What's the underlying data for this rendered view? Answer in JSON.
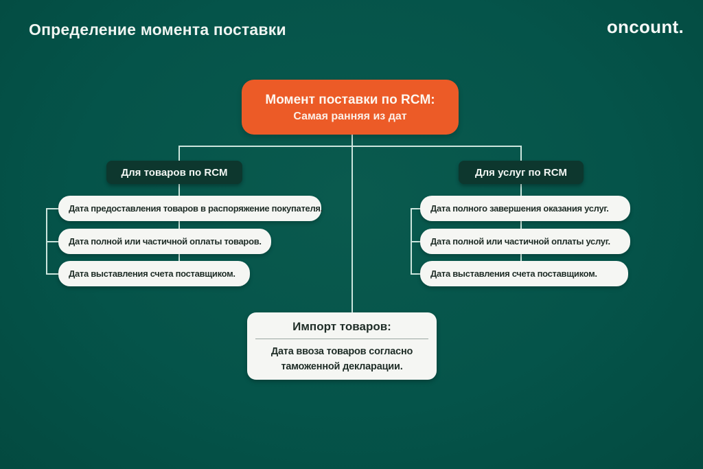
{
  "colors": {
    "background": "#05544A",
    "accent_orange": "#EC5B27",
    "dark_node": "#0D372E",
    "card_background": "#F5F6F3",
    "card_text": "#1F2D27",
    "connector_line": "#CDE6DE",
    "heading_text": "#F0F5F2"
  },
  "header": {
    "title": "Определение момента поставки",
    "logo": "oncount."
  },
  "diagram": {
    "root": {
      "title": "Момент поставки по RCM:",
      "subtitle": "Самая ранняя из дат"
    },
    "goods_branch": {
      "header": "Для товаров по RCM",
      "items": [
        {
          "text": "Дата предоставления товаров в распоряжение покупателя."
        },
        {
          "text": "Дата полной или частичной оплаты товаров."
        },
        {
          "text": "Дата выставления счета поставщиком."
        }
      ]
    },
    "services_branch": {
      "header": "Для услуг по RCM",
      "items": [
        {
          "text": "Дата полного завершения оказания услуг."
        },
        {
          "text": "Дата полной или частичной оплаты услуг."
        },
        {
          "text": "Дата выставления счета поставщиком."
        }
      ]
    },
    "import_node": {
      "title": "Импорт товаров:",
      "body": "Дата ввоза товаров согласно таможенной декларации."
    }
  }
}
